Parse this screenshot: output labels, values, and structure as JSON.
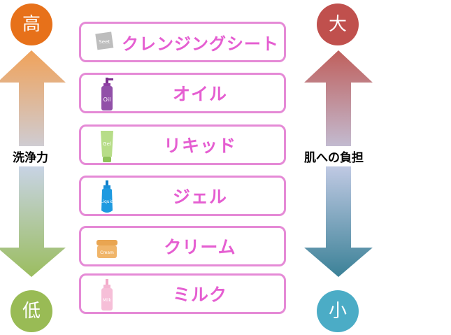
{
  "left_axis": {
    "top": "高",
    "bottom": "低",
    "label": "洗浄力",
    "top_color": "#e7711a",
    "bottom_color": "#99bb55"
  },
  "right_axis": {
    "top": "大",
    "bottom": "小",
    "label": "肌への負担",
    "top_color": "#c0504d",
    "bottom_color": "#4bacc6"
  },
  "items": [
    {
      "label": "クレンジングシート",
      "icon": "sheet-icon",
      "icon_text": "Seet"
    },
    {
      "label": "オイル",
      "icon": "oil-bottle-icon",
      "icon_text": "Oil"
    },
    {
      "label": "リキッド",
      "icon": "gel-tube-icon",
      "icon_text": "Gel"
    },
    {
      "label": "ジェル",
      "icon": "liquid-bottle-icon",
      "icon_text": "Liquid"
    },
    {
      "label": "クリーム",
      "icon": "cream-jar-icon",
      "icon_text": "Cream"
    },
    {
      "label": "ミルク",
      "icon": "milk-bottle-icon",
      "icon_text": "Milk"
    }
  ],
  "colors": {
    "item_border": "#e58ad6",
    "item_text": "#e55ed1"
  }
}
